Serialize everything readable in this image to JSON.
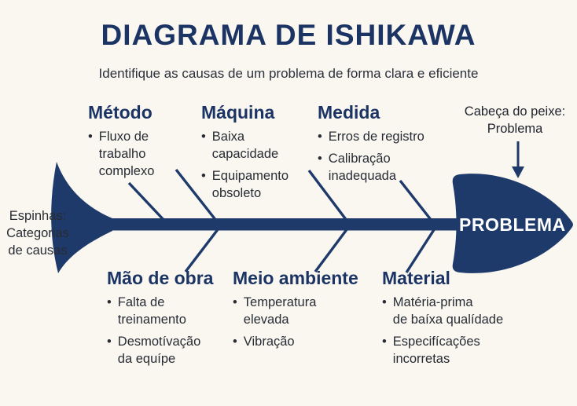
{
  "title": "DIAGRAMA DE ISHIKAWA",
  "subtitle": "Identifique as causas de um problema de forma clara e eficiente",
  "bullet": "•",
  "colors": {
    "navy": "#1e3a6b",
    "ink": "#272c34",
    "background": "#faf7f1",
    "head_text": "#ffffff"
  },
  "fish": {
    "spine_label": "Espinhas:\nCategorias\nde causas",
    "head_annotation": "Cabeça do peixe:\nProblema",
    "head_label": "PROBLEMA"
  },
  "categories": {
    "top": [
      {
        "name": "Método",
        "items": [
          "Fluxo de\ntrabalho\ncomplexo"
        ]
      },
      {
        "name": "Máquina",
        "items": [
          "Baixa\ncapacidade",
          "Equipamento\nobsoleto"
        ]
      },
      {
        "name": "Medida",
        "items": [
          "Erros de registro",
          "Calibração\ninadequada"
        ]
      }
    ],
    "bottom": [
      {
        "name": "Mão de obra",
        "items": [
          "Falta de\ntreinamento",
          "Desmotívação\nda equípe"
        ]
      },
      {
        "name": "Meio ambiente",
        "items": [
          "Temperatura\nelevada",
          "Vibração"
        ]
      },
      {
        "name": "Material",
        "items": [
          "Matéria-prima\nde baíxa qualídade",
          "Especifícações\nincorretas"
        ]
      }
    ]
  }
}
